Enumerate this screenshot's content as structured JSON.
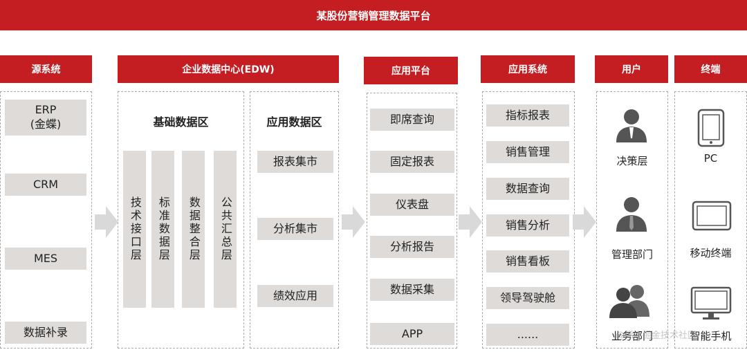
{
  "title": "某股份营销管理数据平台",
  "headers": {
    "source": "源系统",
    "edw": "企业数据中心(EDW)",
    "platform": "应用平台",
    "appsys": "应用系统",
    "users": "用户",
    "terminal": "终端"
  },
  "source_items": [
    "ERP\n(金蝶)",
    "CRM",
    "MES",
    "数据补录"
  ],
  "edw": {
    "base_zone": "基础数据区",
    "app_zone": "应用数据区",
    "layers": [
      "技术接口层",
      "标准数据层",
      "数据整合层",
      "公共汇总层"
    ],
    "marts": [
      "报表集市",
      "分析集市",
      "绩效应用"
    ]
  },
  "platform_items": [
    "即席查询",
    "固定报表",
    "仪表盘",
    "分析报告",
    "数据采集",
    "APP"
  ],
  "appsys_items": [
    "指标报表",
    "销售管理",
    "数据查询",
    "销售分析",
    "销售看板",
    "领导驾驶舱",
    "......"
  ],
  "users": [
    {
      "label": "决策层",
      "icon": "executive-icon"
    },
    {
      "label": "管理部门",
      "icon": "manager-icon"
    },
    {
      "label": "业务部门",
      "icon": "team-icon"
    }
  ],
  "terminals": [
    {
      "label": "PC",
      "icon": "tablet-icon"
    },
    {
      "label": "移动终端",
      "icon": "tablet-landscape-icon"
    },
    {
      "label": "智能手机",
      "icon": "monitor-icon"
    }
  ],
  "watermark": "@稀土掘金技术社区",
  "colors": {
    "accent": "#c41e23",
    "box": "#dedbd8",
    "arrow": "#d9d9d9"
  }
}
